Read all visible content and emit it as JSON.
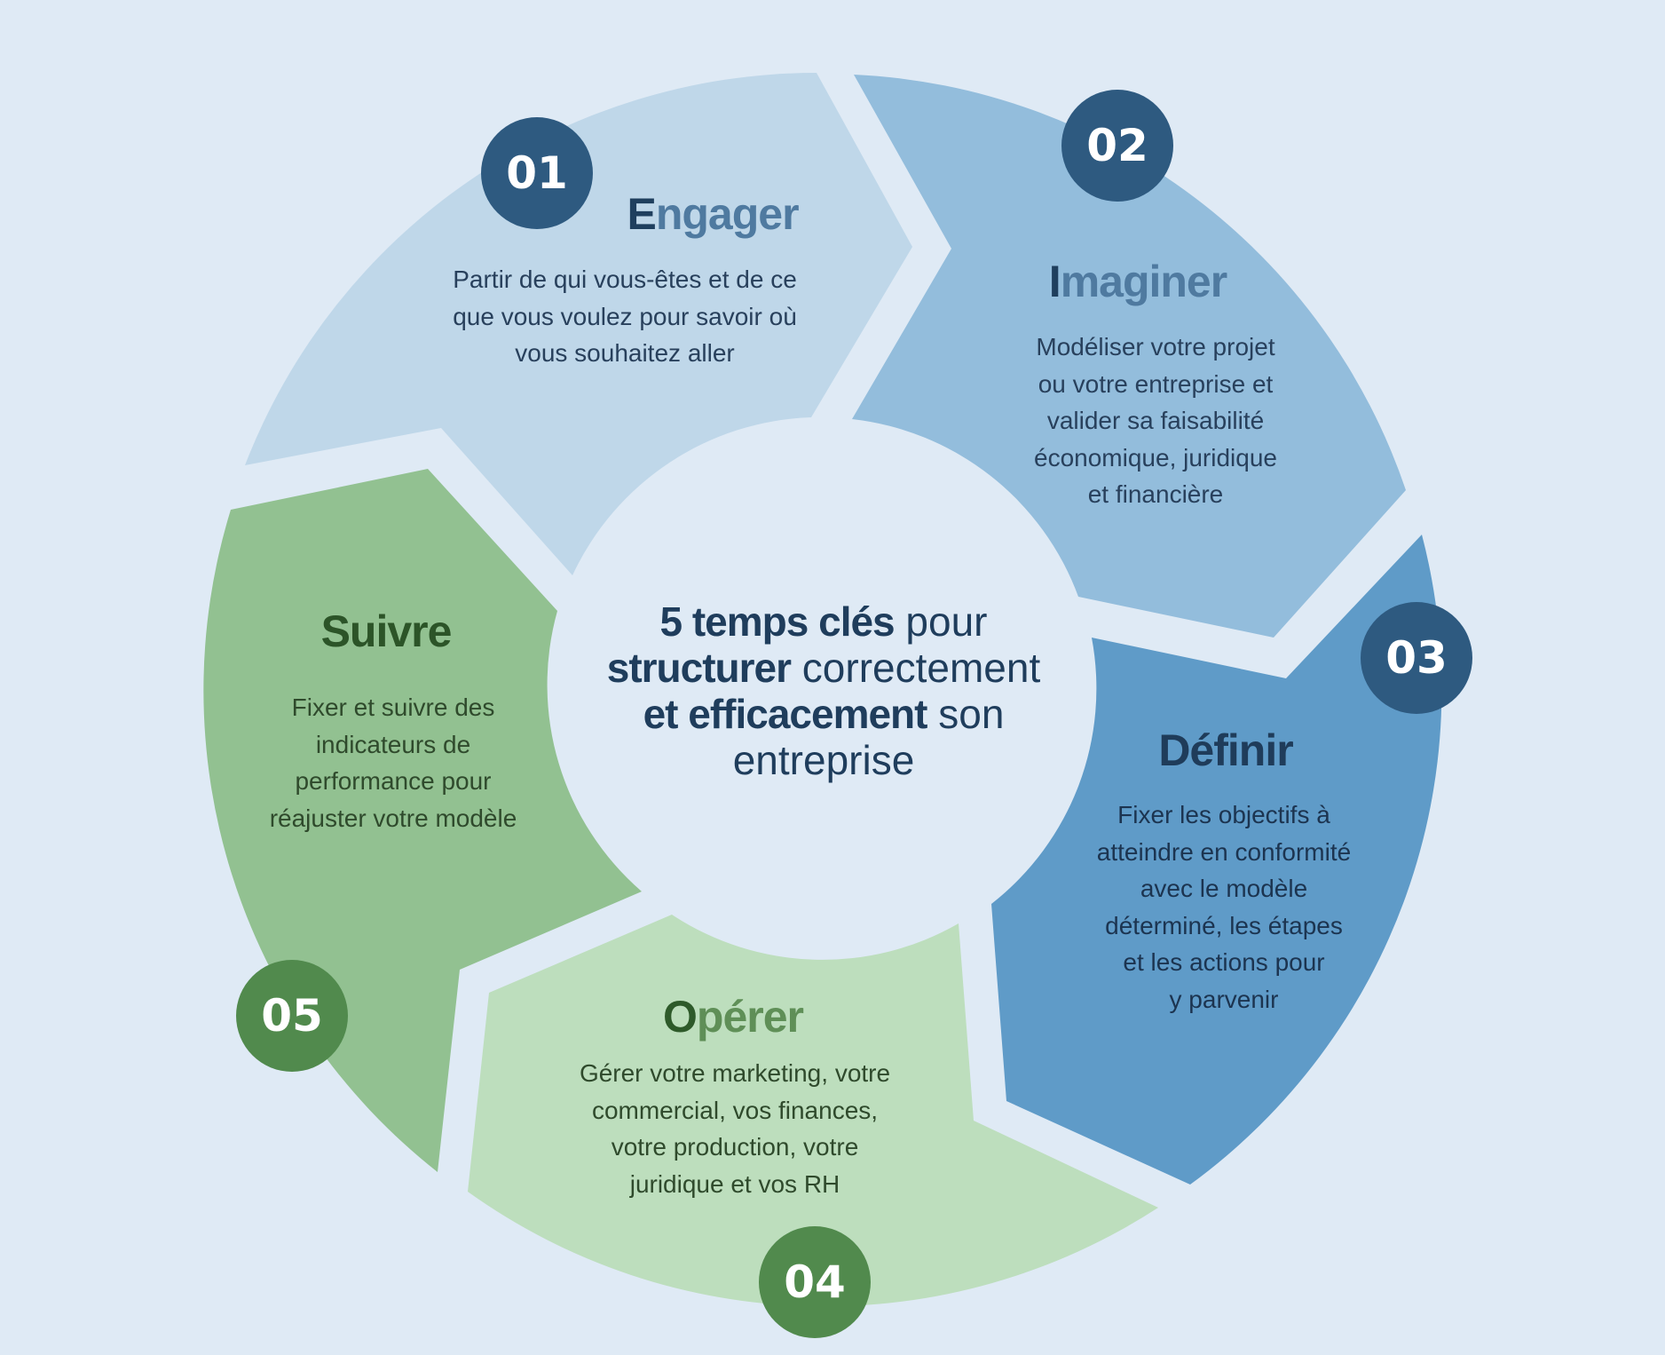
{
  "center": {
    "line1_bold": "5 temps clés",
    "line1_rest": " pour",
    "line2_bold": "structurer",
    "line2_rest": " correctement",
    "line3_bold": "et efficacement",
    "line3_rest": " son",
    "line4": "entreprise"
  },
  "steps": [
    {
      "number": "01",
      "title_first": "E",
      "title_rest": "ngager",
      "description": "Partir de qui vous-êtes et de ce\nque vous voulez pour savoir où\nvous souhaitez aller"
    },
    {
      "number": "02",
      "title_first": "I",
      "title_rest": "maginer",
      "description": "Modéliser votre projet\nou votre entreprise et\nvalider sa faisabilité\néconomique, juridique\net financière"
    },
    {
      "number": "03",
      "title_first": "Définir",
      "title_rest": "",
      "description": "Fixer les objectifs à\natteindre en conformité\navec le modèle\ndéterminé, les étapes\net les actions pour\ny parvenir"
    },
    {
      "number": "04",
      "title_first": "O",
      "title_rest": "pérer",
      "description": "Gérer votre marketing, votre\ncommercial, vos finances,\nvotre production, votre\njuridique et vos RH"
    },
    {
      "number": "05",
      "title_first": "Suivre",
      "title_rest": "",
      "description": "Fixer et suivre des\nindicateurs de\nperformance pour\nréajuster votre modèle"
    }
  ],
  "colors": {
    "background": "#dfeaf5",
    "segment_engager": "#bfd7e9",
    "segment_imaginer": "#93bddc",
    "segment_definir": "#5f9bc8",
    "segment_operer": "#bddebd",
    "segment_suivre": "#92c191",
    "badge_blue": "#2e5a80",
    "badge_green": "#518a4d"
  }
}
